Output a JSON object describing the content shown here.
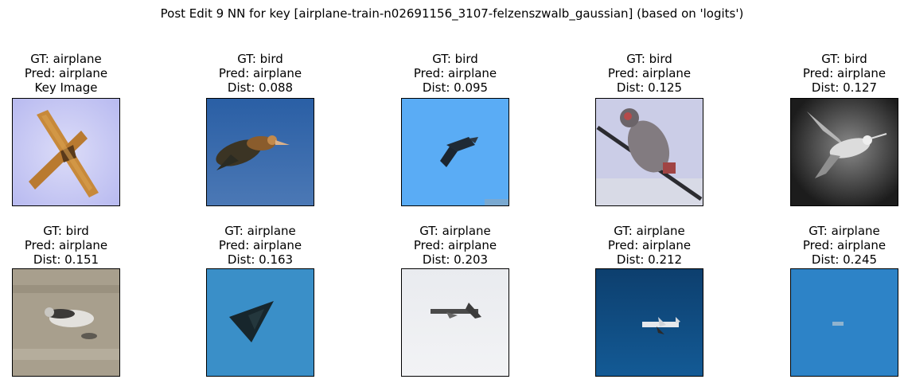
{
  "title": "Post Edit 9 NN for key [airplane-train-n02691156_3107-felzenszwalb_gaussian] (based on 'logits')",
  "panels": [
    {
      "gt": "GT: airplane",
      "pred": "Pred: airplane",
      "extra": "Key Image",
      "bg": "#c4c6f2",
      "subject": "orange-airplane-x"
    },
    {
      "gt": "GT: bird",
      "pred": "Pred: airplane",
      "extra": "Dist: 0.088",
      "bg": "#2f63a8",
      "subject": "flying-bird-brown"
    },
    {
      "gt": "GT: bird",
      "pred": "Pred: airplane",
      "extra": "Dist: 0.095",
      "bg": "#5aacf5",
      "subject": "dark-swallow"
    },
    {
      "gt": "GT: bird",
      "pred": "Pred: airplane",
      "extra": "Dist: 0.125",
      "bg": "#c9cbe6",
      "subject": "perched-bird-gray"
    },
    {
      "gt": "GT: bird",
      "pred": "Pred: airplane",
      "extra": "Dist: 0.127",
      "bg": "#3a3a3a",
      "subject": "hummingbird-gray"
    },
    {
      "gt": "GT: bird",
      "pred": "Pred: airplane",
      "extra": "Dist: 0.151",
      "bg": "#a9a08e",
      "subject": "shorebird-sand"
    },
    {
      "gt": "GT: airplane",
      "pred": "Pred: airplane",
      "extra": "Dist: 0.163",
      "bg": "#3a8fc8",
      "subject": "delta-jet-dark"
    },
    {
      "gt": "GT: airplane",
      "pred": "Pred: airplane",
      "extra": "Dist: 0.203",
      "bg": "#e6e8ee",
      "subject": "airliner-gray"
    },
    {
      "gt": "GT: airplane",
      "pred": "Pred: airplane",
      "extra": "Dist: 0.212",
      "bg": "#0e4a7e",
      "subject": "white-jet-dark-sky"
    },
    {
      "gt": "GT: airplane",
      "pred": "Pred: airplane",
      "extra": "Dist: 0.245",
      "bg": "#2d83c7",
      "subject": "tiny-plane-blue"
    }
  ]
}
